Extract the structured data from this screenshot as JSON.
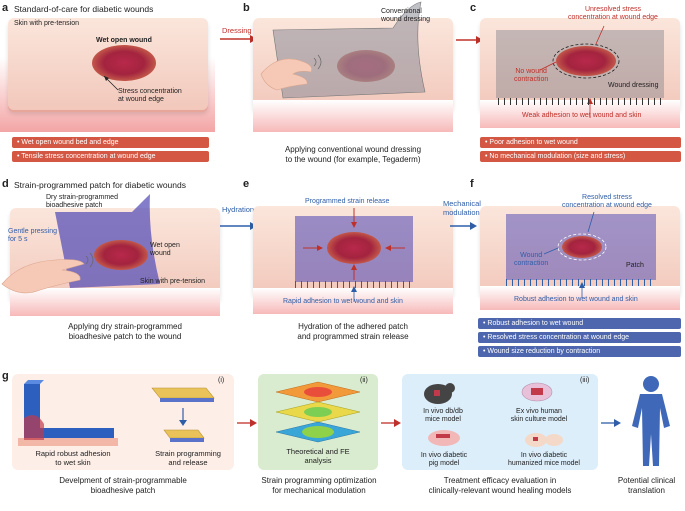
{
  "colors": {
    "red_accent": "#c0302a",
    "blue_accent": "#2f5ea8",
    "bar_red": "#d45743",
    "bar_blue": "#4d66ad"
  },
  "panel_a": {
    "label": "a",
    "header": "Standard-of-care for diabetic wounds",
    "skin": "Skin with pre-tension",
    "wound": "Wet open wound",
    "stress": "Stress concentration\nat wound edge",
    "bars": [
      "• Wet open wound bed and edge",
      "• Tensile stress concentration at wound edge"
    ]
  },
  "panel_b": {
    "label": "b",
    "arrow": "Dressing",
    "dressing": "Conventional\nwound dressing",
    "caption": "Applying conventional wound dressing\nto the wound (for example, Tegaderm)"
  },
  "panel_c": {
    "label": "c",
    "unresolved": "Unresolved stress\nconcentration at wound edge",
    "no_contraction": "No wound\ncontraction",
    "dressing": "Wound dressing",
    "weak": "Weak adhesion to wet wound and skin",
    "bars": [
      "• Poor adhesion to wet wound",
      "• No mechanical modulation (size and stress)"
    ]
  },
  "panel_d": {
    "label": "d",
    "header": "Strain-programmed patch for diabetic wounds",
    "patch": "Dry strain-programmed\nbioadhesive patch",
    "pressing": "Gentle pressing\nfor 5 s",
    "wound": "Wet open\nwound",
    "skin": "Skin with pre-tension",
    "caption": "Applying dry strain-programmed\nbioadhesive patch to the wound"
  },
  "panel_e": {
    "label": "e",
    "arrow": "Hydration",
    "release": "Programmed strain release",
    "rapid": "Rapid adhesion to wet wound and skin",
    "caption": "Hydration of the adhered patch\nand programmed strain release"
  },
  "panel_f": {
    "label": "f",
    "arrow": "Mechanical\nmodulation",
    "resolved": "Resolved stress\nconcentration at wound edge",
    "contraction": "Wound\ncontraction",
    "patch": "Patch",
    "robust": "Robust adhesion to wet wound and skin",
    "bars": [
      "• Robust adhesion to wet wound",
      "• Resolved stress concentration at wound edge",
      "• Wound size reduction by contraction"
    ]
  },
  "panel_g": {
    "label": "g",
    "step1": {
      "tag": "(i)",
      "left": "Rapid robust adhesion\nto wet skin",
      "right": "Strain programming\nand release",
      "caption": "Develpment of strain-programmable\nbioadhesive patch"
    },
    "step2": {
      "tag": "(ii)",
      "inner": "Theoretical and FE\nanalysis",
      "caption": "Strain programming optimization\nfor mechanical modulation"
    },
    "step3": {
      "tag": "(iii)",
      "m1": "In vivo db/db\nmice model",
      "m2": "Ex vivo human\nskin culture model",
      "m3": "In vivo diabetic\npig model",
      "m4": "In vivo diabetic\nhumanized mice model",
      "caption": "Treatment efficacy evaluation in\nclinically-relevant wound healing models"
    },
    "step4": {
      "caption": "Potential clinical\ntranslation"
    }
  }
}
